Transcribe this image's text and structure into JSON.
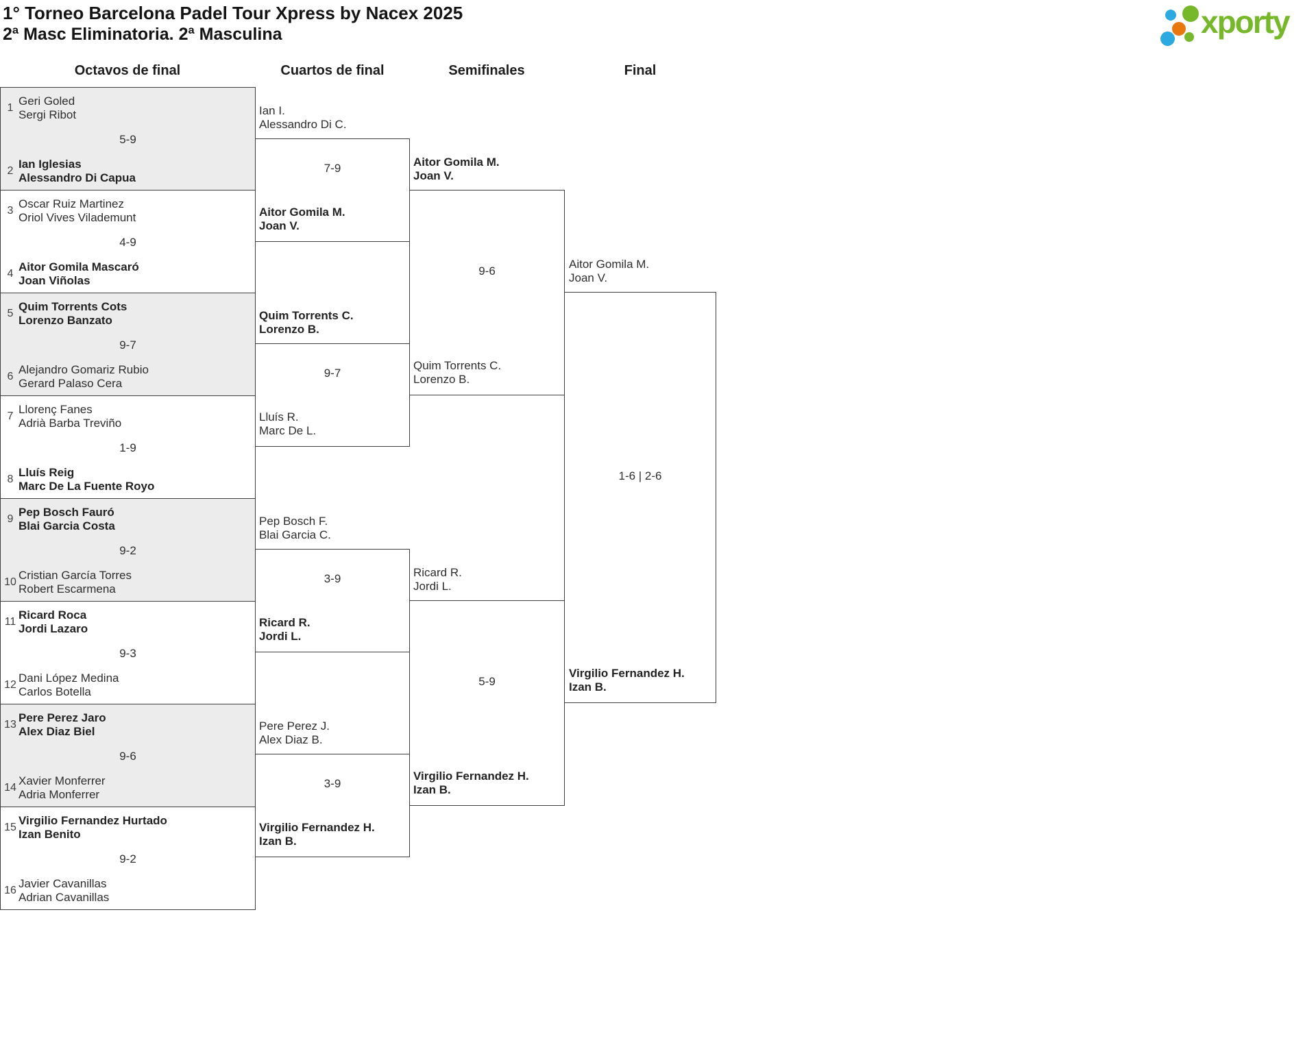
{
  "header": {
    "title": "1° Torneo Barcelona Padel Tour Xpress by Nacex 2025",
    "subtitle": "2ª Masc Eliminatoria. 2ª Masculina",
    "logo": {
      "text": "xporty",
      "colors": {
        "green": "#76b82a",
        "blue": "#2ba9e0",
        "orange": "#e8780d"
      }
    }
  },
  "bracket": {
    "rounds": [
      {
        "label": "Octavos de final",
        "matches": [
          {
            "score": "5-9",
            "teams": [
              {
                "seed": "1",
                "players": [
                  "Geri Goled",
                  "Sergi Ribot"
                ],
                "winner": false
              },
              {
                "seed": "2",
                "players": [
                  "Ian Iglesias",
                  "Alessandro Di Capua"
                ],
                "winner": true
              }
            ]
          },
          {
            "score": "4-9",
            "teams": [
              {
                "seed": "3",
                "players": [
                  "Oscar Ruiz Martinez",
                  "Oriol Vives Vilademunt"
                ],
                "winner": false
              },
              {
                "seed": "4",
                "players": [
                  "Aitor Gomila Mascaró",
                  "Joan Viñolas"
                ],
                "winner": true
              }
            ]
          },
          {
            "score": "9-7",
            "teams": [
              {
                "seed": "5",
                "players": [
                  "Quim Torrents Cots",
                  "Lorenzo Banzato"
                ],
                "winner": true
              },
              {
                "seed": "6",
                "players": [
                  "Alejandro Gomariz Rubio",
                  "Gerard Palaso Cera"
                ],
                "winner": false
              }
            ]
          },
          {
            "score": "1-9",
            "teams": [
              {
                "seed": "7",
                "players": [
                  "Llorenç Fanes",
                  "Adrià Barba Treviño"
                ],
                "winner": false
              },
              {
                "seed": "8",
                "players": [
                  "Lluís Reig",
                  "Marc De La Fuente Royo"
                ],
                "winner": true
              }
            ]
          },
          {
            "score": "9-2",
            "teams": [
              {
                "seed": "9",
                "players": [
                  "Pep Bosch Fauró",
                  "Blai Garcia Costa"
                ],
                "winner": true
              },
              {
                "seed": "10",
                "players": [
                  "Cristian García Torres",
                  "Robert Escarmena"
                ],
                "winner": false
              }
            ]
          },
          {
            "score": "9-3",
            "teams": [
              {
                "seed": "11",
                "players": [
                  "Ricard Roca",
                  "Jordi Lazaro"
                ],
                "winner": true
              },
              {
                "seed": "12",
                "players": [
                  "Dani López Medina",
                  "Carlos Botella"
                ],
                "winner": false
              }
            ]
          },
          {
            "score": "9-6",
            "teams": [
              {
                "seed": "13",
                "players": [
                  "Pere Perez Jaro",
                  "Alex Diaz Biel"
                ],
                "winner": true
              },
              {
                "seed": "14",
                "players": [
                  "Xavier Monferrer",
                  "Adria Monferrer"
                ],
                "winner": false
              }
            ]
          },
          {
            "score": "9-2",
            "teams": [
              {
                "seed": "15",
                "players": [
                  "Virgilio Fernandez Hurtado",
                  "Izan Benito"
                ],
                "winner": true
              },
              {
                "seed": "16",
                "players": [
                  "Javier Cavanillas",
                  "Adrian Cavanillas"
                ],
                "winner": false
              }
            ]
          }
        ]
      },
      {
        "label": "Cuartos de final",
        "matches": [
          {
            "score": "7-9",
            "teams": [
              {
                "players": [
                  "Ian I.",
                  "Alessandro Di C."
                ],
                "winner": false
              },
              {
                "players": [
                  "Aitor Gomila M.",
                  "Joan V."
                ],
                "winner": true
              }
            ]
          },
          {
            "score": "9-7",
            "teams": [
              {
                "players": [
                  "Quim Torrents C.",
                  "Lorenzo B."
                ],
                "winner": true
              },
              {
                "players": [
                  "Lluís R.",
                  "Marc De L."
                ],
                "winner": false
              }
            ]
          },
          {
            "score": "3-9",
            "teams": [
              {
                "players": [
                  "Pep Bosch F.",
                  "Blai Garcia C."
                ],
                "winner": false
              },
              {
                "players": [
                  "Ricard R.",
                  "Jordi L."
                ],
                "winner": true
              }
            ]
          },
          {
            "score": "3-9",
            "teams": [
              {
                "players": [
                  "Pere Perez J.",
                  "Alex Diaz B."
                ],
                "winner": false
              },
              {
                "players": [
                  "Virgilio Fernandez H.",
                  "Izan B."
                ],
                "winner": true
              }
            ]
          }
        ]
      },
      {
        "label": "Semifinales",
        "matches": [
          {
            "score": "9-6",
            "teams": [
              {
                "players": [
                  "Aitor Gomila M.",
                  "Joan V."
                ],
                "winner": true
              },
              {
                "players": [
                  "Quim Torrents C.",
                  "Lorenzo B."
                ],
                "winner": false
              }
            ]
          },
          {
            "score": "5-9",
            "teams": [
              {
                "players": [
                  "Ricard R.",
                  "Jordi L."
                ],
                "winner": false
              },
              {
                "players": [
                  "Virgilio Fernandez H.",
                  "Izan B."
                ],
                "winner": true
              }
            ]
          }
        ]
      },
      {
        "label": "Final",
        "matches": [
          {
            "score": "1-6 | 2-6",
            "teams": [
              {
                "players": [
                  "Aitor Gomila M.",
                  "Joan V."
                ],
                "winner": false
              },
              {
                "players": [
                  "Virgilio Fernandez H.",
                  "Izan B."
                ],
                "winner": true
              }
            ]
          }
        ]
      }
    ]
  }
}
